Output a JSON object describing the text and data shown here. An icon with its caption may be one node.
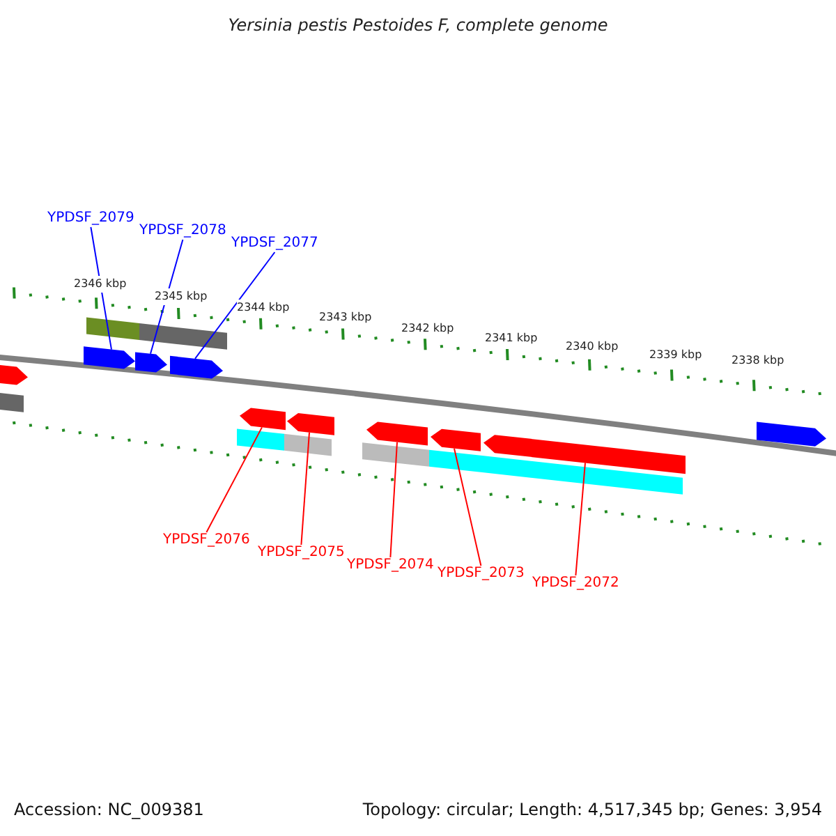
{
  "diagram": {
    "title": "Yersinia pestis Pestoides F, complete genome",
    "nodes": [
      {
        "text": [
          "YPDSF_2079"
        ]
      },
      {
        "text": [
          "YPDSF_2078"
        ]
      },
      {
        "text": [
          "YPDSF_2077"
        ]
      },
      {
        "text": [
          "YPDSF_2076"
        ]
      },
      {
        "text": [
          "YPDSF_2075"
        ]
      },
      {
        "text": [
          "YPDSF_2074"
        ]
      },
      {
        "text": [
          "YPDSF_2073"
        ]
      },
      {
        "text": [
          "YPDSF_2072"
        ]
      },
      {
        "text": [],
        "shape": "arrow"
      },
      {
        "text": [],
        "shape": "arrow"
      },
      {
        "text": [],
        "shape": "arrow"
      },
      {
        "text": [],
        "shape": "arrow"
      },
      {
        "text": [],
        "shape": "arrow"
      },
      {
        "text": [],
        "shape": "arrow"
      },
      {
        "text": [],
        "shape": "arrow"
      },
      {
        "text": [],
        "shape": "arrow"
      },
      {
        "text": [],
        "shape": "arrow"
      },
      {
        "text": [],
        "shape": "arrow"
      },
      {
        "text": [],
        "shape": "bar"
      },
      {
        "text": [],
        "shape": "bar"
      },
      {
        "text": [],
        "shape": "bar"
      },
      {
        "text": [],
        "shape": "bar"
      },
      {
        "text": [],
        "shape": "bar"
      },
      {
        "text": [],
        "shape": "bar"
      },
      {
        "text": [],
        "shape": "bar"
      },
      {
        "text": [],
        "shape": "bar"
      }
    ],
    "edges": [
      {
        "from": 0,
        "to": 8,
        "arrow": "none",
        "color": "#0000ff"
      },
      {
        "from": 1,
        "to": 9,
        "arrow": "none",
        "color": "#0000ff"
      },
      {
        "from": 2,
        "to": 10,
        "arrow": "none",
        "color": "#0000ff"
      },
      {
        "from": 3,
        "to": 11,
        "arrow": "none"
      },
      {
        "from": 4,
        "to": 12,
        "arrow": "none"
      },
      {
        "from": 5,
        "to": 13,
        "arrow": "none"
      },
      {
        "from": 6,
        "to": 14,
        "arrow": "none"
      },
      {
        "from": 7,
        "to": 15,
        "arrow": "none"
      }
    ],
    "labels": [
      "2346 kbp",
      "2345 kbp",
      "2344 kbp",
      "2343 kbp",
      "2342 kbp",
      "2341 kbp",
      "2340 kbp",
      "2339 kbp",
      "2338 kbp",
      "Accession: NC_009381",
      "Topology: circular; Length: 4,517,345 bp; Genes: 3,954"
    ]
  }
}
